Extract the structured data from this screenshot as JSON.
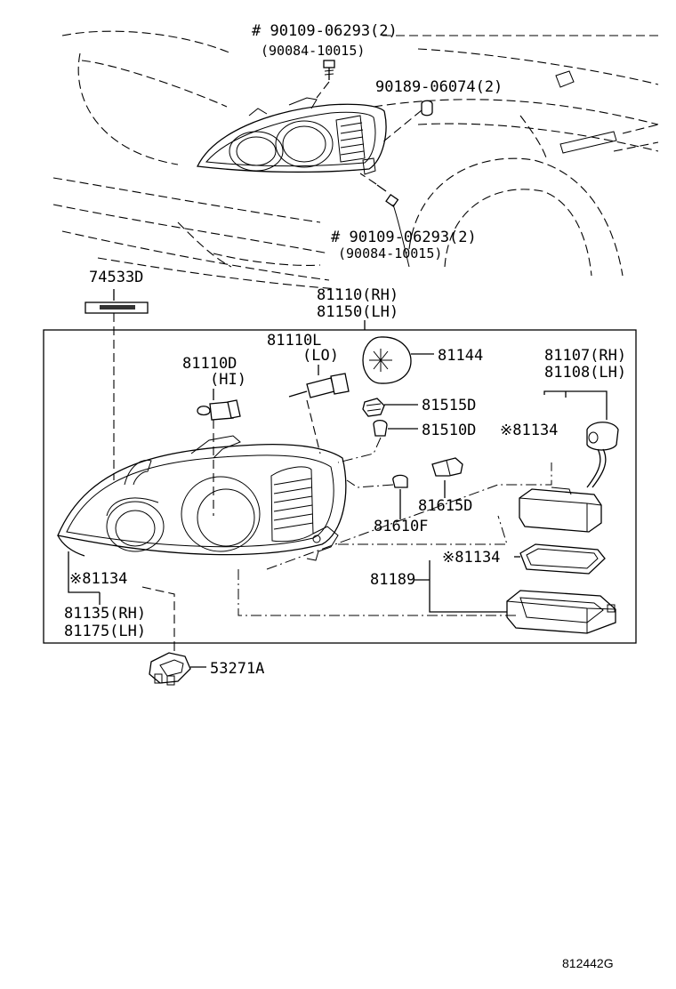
{
  "labels": {
    "top_bolt_pn": "# 90109-06293(2)",
    "top_bolt_alt": "(90084-10015)",
    "clip_pn": "90189-06074(2)",
    "lower_bolt_pn": "# 90109-06293(2)",
    "lower_bolt_alt": "(90084-10015)",
    "label_74533d": "74533D",
    "assy_rh": "81110(RH)",
    "assy_lh": "81150(LH)",
    "bulb_lo_pn": "81110L",
    "bulb_lo_note": "(LO)",
    "bulb_hi_pn": "81110D",
    "bulb_hi_note": "(HI)",
    "cap_pn": "81144",
    "socket_pn": "81515D",
    "bulb_small_pn": "81510D",
    "computer_rh": "81107(RH)",
    "computer_lh": "81108(LH)",
    "ref_81134_right": "※81134",
    "socket2_pn": "81615D",
    "bulb2_pn": "81610F",
    "ref_81134_gasket": "※81134",
    "bracket_pn": "81189",
    "ref_81134_left": "※81134",
    "lens_rh": "81135(RH)",
    "lens_lh": "81175(LH)",
    "connector_pn": "53271A",
    "figure_code": "812442G"
  }
}
